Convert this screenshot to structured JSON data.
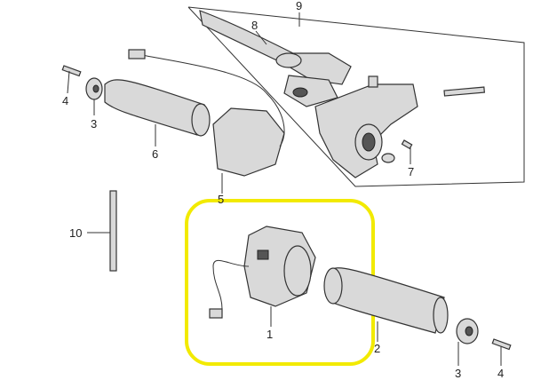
{
  "diagram": {
    "highlight_color": "#f2ea00",
    "highlighted_part": "1",
    "callouts": {
      "c9": "9",
      "c8": "8",
      "c4a": "4",
      "c3a": "3",
      "c6": "6",
      "c5": "5",
      "c7": "7",
      "c10": "10",
      "c1": "1",
      "c2": "2",
      "c3b": "3",
      "c4b": "4"
    }
  }
}
